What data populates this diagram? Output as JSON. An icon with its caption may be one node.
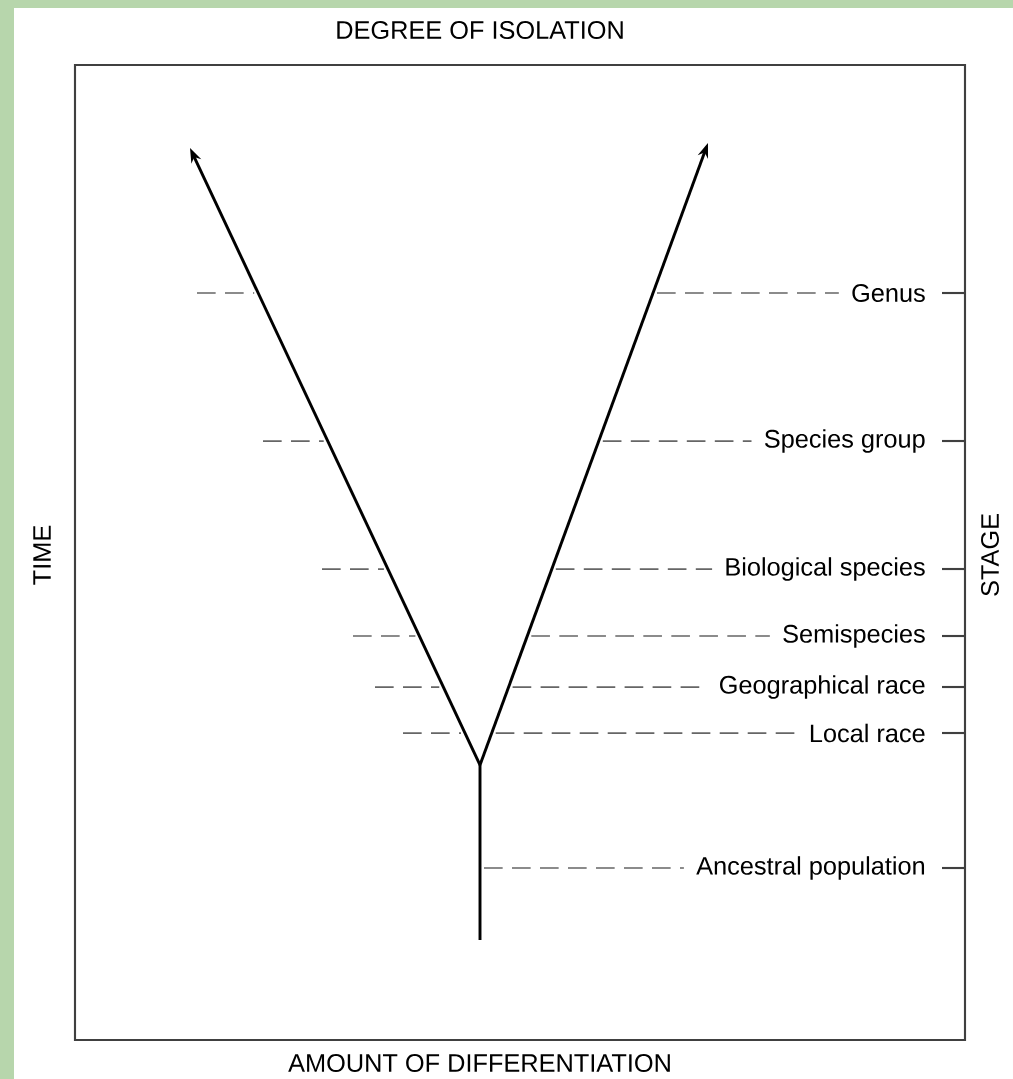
{
  "diagram": {
    "labels": [
      "DEGREE OF ISOLATION",
      "TIME",
      "Genus",
      "Species group",
      "Biological species",
      "Semispecies",
      "Geographical race",
      "Local race",
      "Ancestral population",
      "STAGE",
      "AMOUNT OF DIFFERENTIATION"
    ]
  }
}
